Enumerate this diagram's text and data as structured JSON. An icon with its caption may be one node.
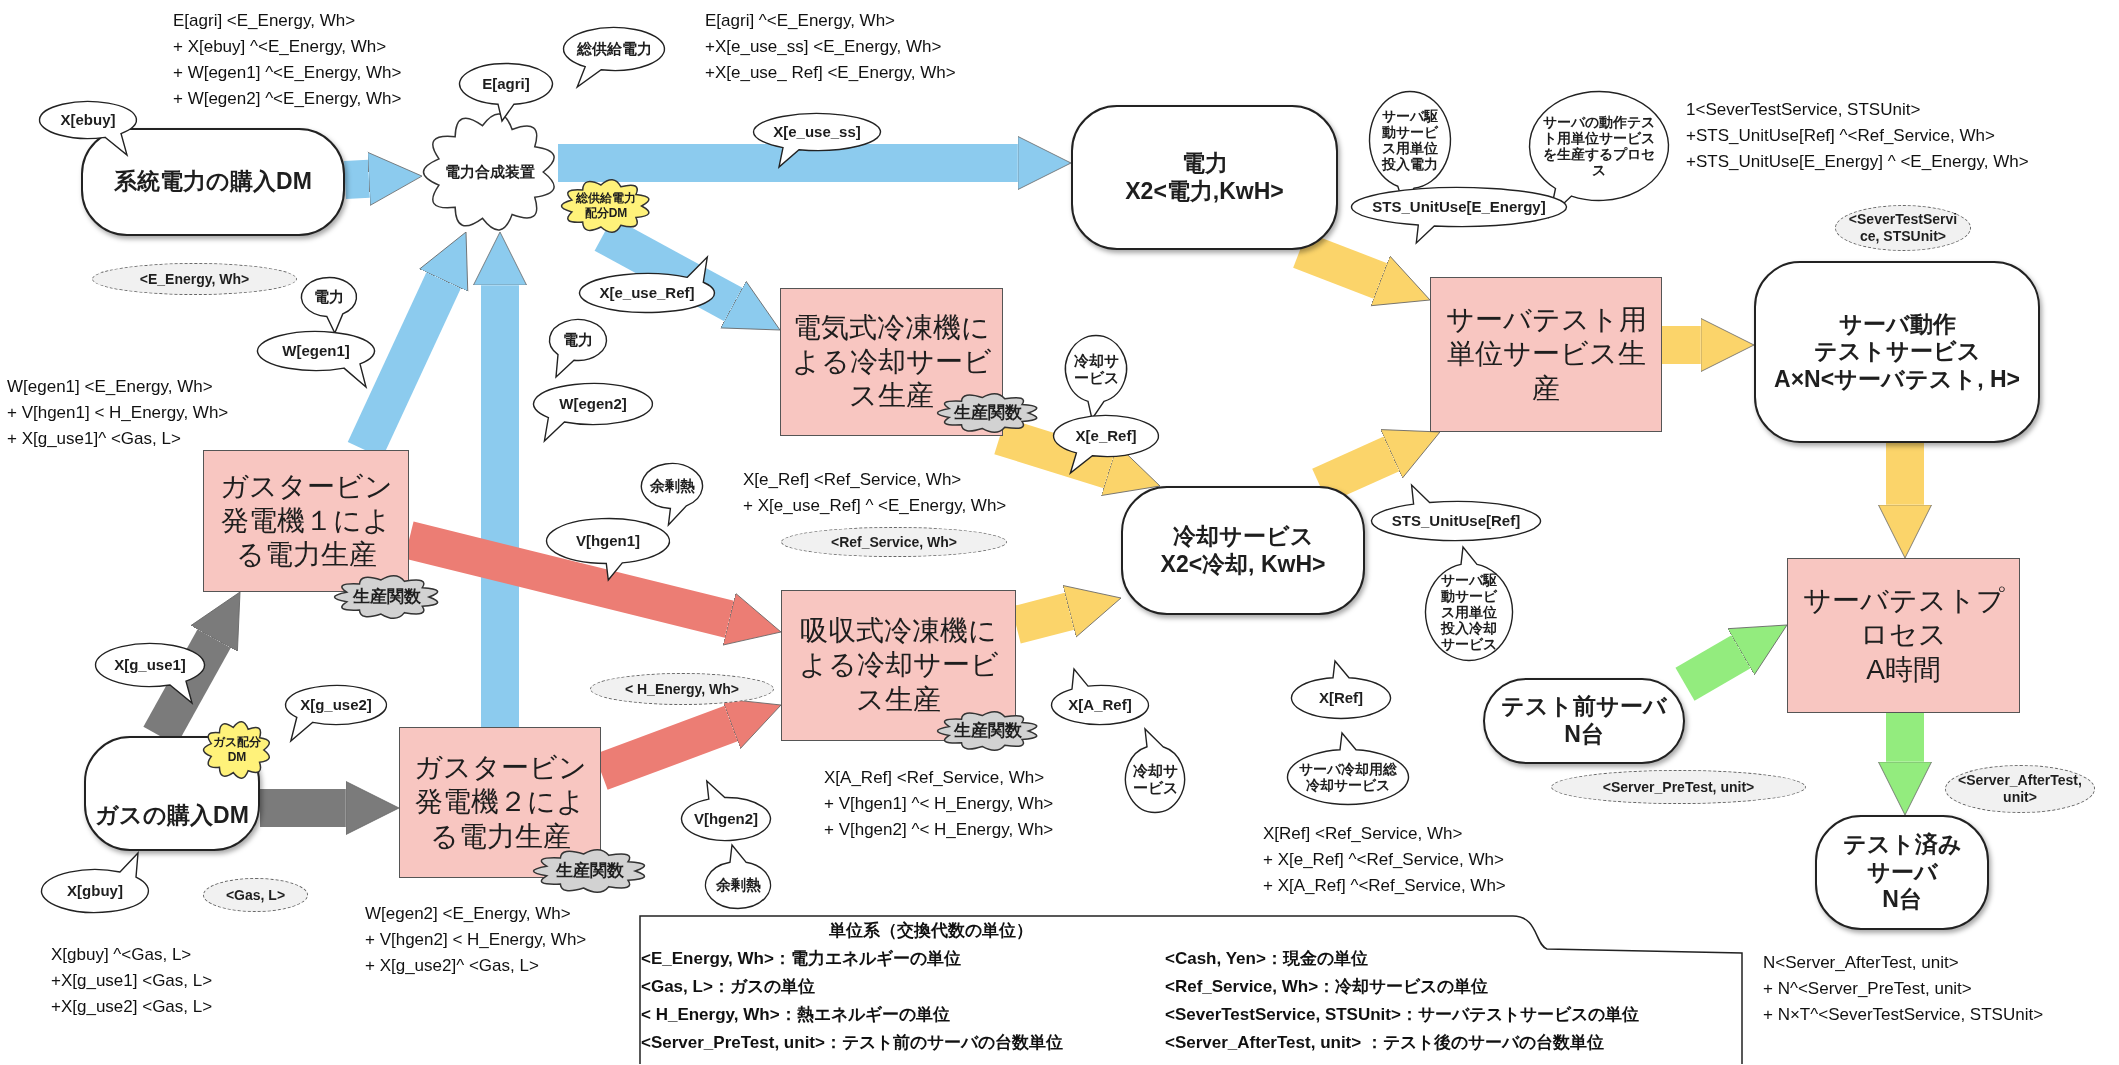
{
  "diagram": {
    "nodes": [
      {
        "text": [
          "系統電力の購入DM"
        ]
      },
      {
        "text": [
          "電力合成装置"
        ]
      },
      {
        "text": [
          "総供給電力配分DM"
        ]
      },
      {
        "text": [
          "電力",
          "X2<電力,KwH>"
        ]
      },
      {
        "text": [
          "電気式冷凍機による冷却サービス生産"
        ]
      },
      {
        "text": [
          "生産関数"
        ]
      },
      {
        "text": [
          "サーバテスト用単位サービス生産"
        ]
      },
      {
        "text": [
          "サーバ動作",
          "テストサービス",
          "A×N<サーバテスト, H>"
        ]
      },
      {
        "text": [
          "冷却サービス",
          "X2<冷却, KwH>"
        ]
      },
      {
        "text": [
          "ガスタービン発電機１による電力生産"
        ]
      },
      {
        "text": [
          "生産関数"
        ]
      },
      {
        "text": [
          "吸収式冷凍機による冷却サービス生産"
        ]
      },
      {
        "text": [
          "生産関数"
        ]
      },
      {
        "text": [
          "サーバテストプロセス",
          "A時間"
        ]
      },
      {
        "text": [
          "テスト前サーバ",
          "N台"
        ]
      },
      {
        "text": [
          "ガスの購入DM"
        ]
      },
      {
        "text": [
          "ガス配分DM"
        ]
      },
      {
        "text": [
          "ガスタービン発電機２による電力生産"
        ]
      },
      {
        "text": [
          "生産関数"
        ]
      },
      {
        "text": [
          "テスト済み",
          "サーバ",
          "N台"
        ]
      },
      {
        "text": [
          "X[ebuy]"
        ]
      },
      {
        "text": [
          "総供給電力"
        ]
      },
      {
        "text": [
          "E[agri]"
        ]
      },
      {
        "text": [
          "X[e_use_ss]"
        ]
      },
      {
        "text": [
          "X[e_use_Ref]"
        ]
      },
      {
        "text": [
          "電力"
        ]
      },
      {
        "text": [
          "W[egen1]"
        ]
      },
      {
        "text": [
          "電力"
        ]
      },
      {
        "text": [
          "W[egen2]"
        ]
      },
      {
        "text": [
          "冷却サービス"
        ]
      },
      {
        "text": [
          "X[e_Ref]"
        ]
      },
      {
        "text": [
          "サーバ駆動サービス用単位投入電力"
        ]
      },
      {
        "text": [
          "サーバの動作テスト用単位サービスを生産するプロセス"
        ]
      },
      {
        "text": [
          "STS_UnitUse[E_Energy]"
        ]
      },
      {
        "text": [
          "余剰熱"
        ]
      },
      {
        "text": [
          "V[hgen1]"
        ]
      },
      {
        "text": [
          "STS_UnitUse[Ref]"
        ]
      },
      {
        "text": [
          "サーバ駆動サービス用単位投入冷却サービス"
        ]
      },
      {
        "text": [
          "X[g_use1]"
        ]
      },
      {
        "text": [
          "X[g_use2]"
        ]
      },
      {
        "text": [
          "X[A_Ref]"
        ]
      },
      {
        "text": [
          "冷却サービス"
        ]
      },
      {
        "text": [
          "X[Ref]"
        ]
      },
      {
        "text": [
          "サーバ冷却用総冷却サービス"
        ]
      },
      {
        "text": [
          "X[gbuy]"
        ]
      },
      {
        "text": [
          "V[hgen2]"
        ]
      },
      {
        "text": [
          "余剰熱"
        ]
      },
      {
        "text": [
          "<E_Energy, Wh>"
        ]
      },
      {
        "text": [
          "<Ref_Service, Wh>"
        ]
      },
      {
        "text": [
          "< H_Energy, Wh>"
        ]
      },
      {
        "text": [
          "<SeverTestService, STSUnit>"
        ]
      },
      {
        "text": [
          "<Server_PreTest, unit>"
        ]
      },
      {
        "text": [
          "<Server_AfterTest, unit>"
        ]
      },
      {
        "text": [
          "<Gas, L>"
        ]
      },
      {
        "text": [
          "単位系（交換代数の単位）",
          "<E_Energy, Wh>：電力エネルギーの単位",
          "<Cash, Yen>：現金の単位",
          "<Gas, L>：ガスの単位",
          "<Ref_Service, Wh>：冷却サービスの単位",
          "< H_Energy, Wh>：熱エネルギーの単位",
          "<SeverTestService, STSUnit>：サーバテストサービスの単位",
          "<Server_PreTest, unit>：テスト前のサーバの台数単位",
          "<Server_AfterTest, unit> ：テスト後のサーバの台数単位"
        ]
      }
    ],
    "edges": [
      {
        "from": 0,
        "to": 1,
        "arrow": "to",
        "color": "#8ccbee"
      },
      {
        "from": 1,
        "to": 3,
        "arrow": "to",
        "color": "#8ccbee"
      },
      {
        "from": 2,
        "to": 4,
        "arrow": "to",
        "color": "#8ccbee"
      },
      {
        "from": 9,
        "to": 1,
        "arrow": "to",
        "color": "#8ccbee"
      },
      {
        "from": 17,
        "to": 1,
        "arrow": "to",
        "color": "#8ccbee"
      },
      {
        "from": 9,
        "to": 11,
        "arrow": "to",
        "color": "#ec7d74"
      },
      {
        "from": 17,
        "to": 11,
        "arrow": "to",
        "color": "#ec7d74"
      },
      {
        "from": 15,
        "to": 9,
        "arrow": "to",
        "color": "#7b7b7b"
      },
      {
        "from": 15,
        "to": 17,
        "arrow": "to",
        "color": "#7b7b7b"
      },
      {
        "from": 3,
        "to": 6,
        "arrow": "to"
      },
      {
        "from": 4,
        "to": 8,
        "arrow": "to"
      },
      {
        "from": 11,
        "to": 8,
        "arrow": "to"
      },
      {
        "from": 8,
        "to": 6,
        "arrow": "to"
      },
      {
        "from": 6,
        "to": 7,
        "arrow": "to"
      },
      {
        "from": 7,
        "to": 13,
        "arrow": "to"
      },
      {
        "from": 14,
        "to": 13,
        "arrow": "to",
        "color": "#93ec7e"
      },
      {
        "from": 13,
        "to": 19,
        "arrow": "to",
        "color": "#93ec7e"
      }
    ],
    "labels": [
      "E[agri] <E_Energy, Wh>",
      "+ X[ebuy] ^<E_Energy, Wh>",
      "+ W[egen1] ^<E_Energy, Wh>",
      "+ W[egen2] ^<E_Energy, Wh>",
      "E[agri] ^<E_Energy, Wh>",
      "+X[e_use_ss] <E_Energy, Wh>",
      "+X[e_use_ Ref] <E_Energy, Wh>",
      "1<SeverTestService, STSUnit>",
      "+STS_UnitUse[Ref] ^<Ref_Service, Wh>",
      "+STS_UnitUse[E_Energy] ^ <E_Energy, Wh>",
      "W[egen1] <E_Energy, Wh>",
      "+ V[hgen1] < H_Energy, Wh>",
      "+ X[g_use1]^ <Gas, L>",
      "X[e_Ref] <Ref_Service, Wh>",
      "+ X[e_use_Ref] ^ <E_Energy, Wh>",
      "X[A_Ref] <Ref_Service, Wh>",
      "+ V[hgen1] ^< H_Energy, Wh>",
      "+ V[hgen2] ^< H_Energy, Wh>",
      "X[Ref] <Ref_Service, Wh>",
      "+ X[e_Ref] ^<Ref_Service, Wh>",
      "+ X[A_Ref] ^<Ref_Service, Wh>",
      "W[egen2] <E_Energy, Wh>",
      "+ V[hgen2] < H_Energy, Wh>",
      "+ X[g_use2]^ <Gas, L>",
      "X[gbuy] ^<Gas, L>",
      "+X[g_use1] <Gas, L>",
      "+X[g_use2] <Gas, L>",
      "N<Server_AfterTest, unit>",
      "+ N^<Server_PreTest, unit>",
      "+ N×T^<SeverTestService, STSUnit>"
    ]
  }
}
